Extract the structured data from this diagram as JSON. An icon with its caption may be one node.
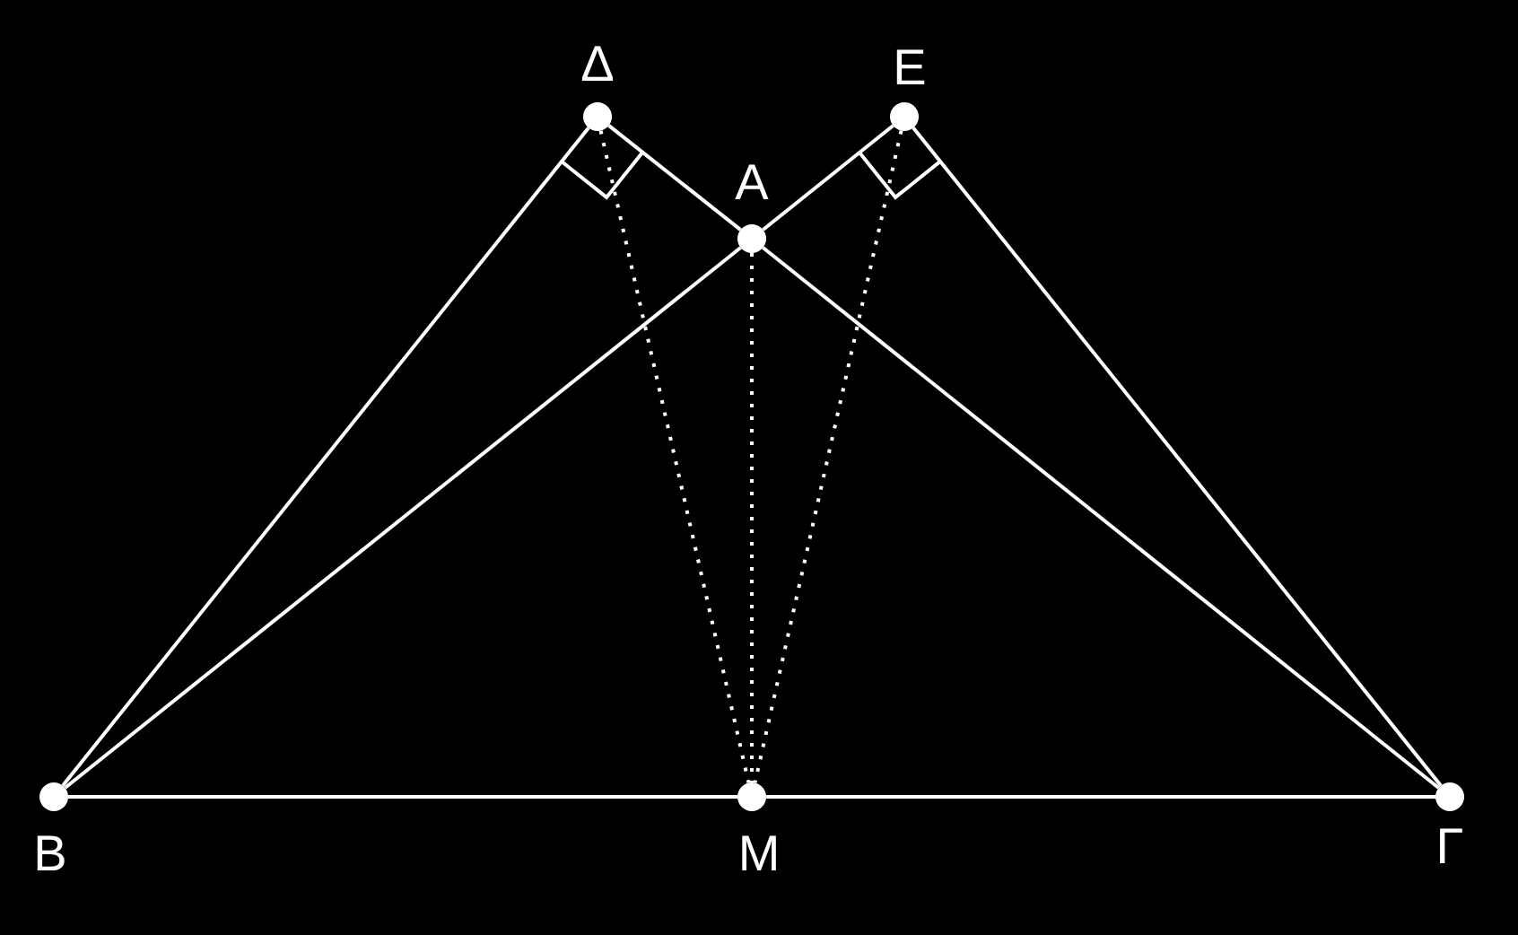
{
  "diagram": {
    "nodes": [
      {
        "text": [],
        "shape": "circle",
        "beside": [
          "Δ"
        ]
      },
      {
        "text": [],
        "shape": "circle",
        "beside": [
          "Ε"
        ]
      },
      {
        "text": [],
        "shape": "circle",
        "beside": [
          "Α"
        ]
      },
      {
        "text": [],
        "shape": "circle",
        "beside": [
          "Β"
        ]
      },
      {
        "text": [],
        "shape": "circle",
        "beside": [
          "Μ"
        ]
      },
      {
        "text": [],
        "shape": "circle",
        "beside": [
          "Γ"
        ]
      }
    ],
    "edges": [
      {
        "from": 3,
        "to": 0,
        "arrow": "none"
      },
      {
        "from": 0,
        "to": 2,
        "arrow": "none"
      },
      {
        "from": 2,
        "to": 5,
        "arrow": "none"
      },
      {
        "from": 1,
        "to": 5,
        "arrow": "none"
      },
      {
        "from": 1,
        "to": 2,
        "arrow": "none"
      },
      {
        "from": 2,
        "to": 3,
        "arrow": "none"
      },
      {
        "from": 3,
        "to": 4,
        "arrow": "none"
      },
      {
        "from": 4,
        "to": 5,
        "arrow": "none"
      },
      {
        "from": 0,
        "to": 4,
        "arrow": "none",
        "style": "dashed"
      },
      {
        "from": 2,
        "to": 4,
        "arrow": "none",
        "style": "dashed"
      },
      {
        "from": 1,
        "to": 4,
        "arrow": "none",
        "style": "dashed"
      }
    ]
  }
}
